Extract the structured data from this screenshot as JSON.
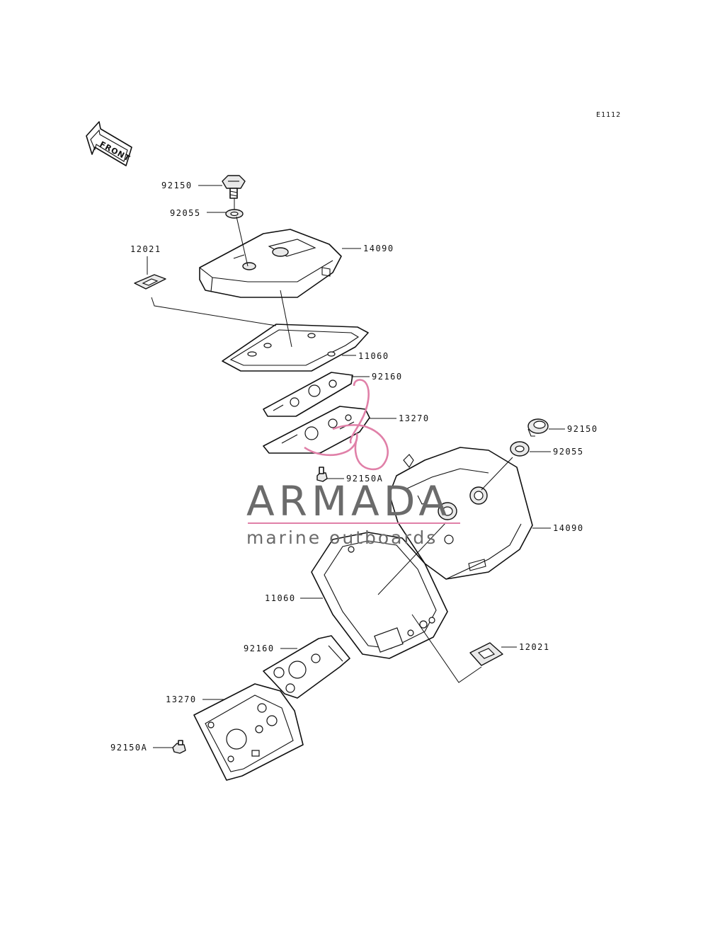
{
  "diagram": {
    "code": "E1112",
    "front_label": "FRONT",
    "watermark": {
      "brand": "ARMADA",
      "tagline": "marine outboards",
      "accent_color": "#e080a8",
      "text_color": "#6b6b6b"
    },
    "callouts": [
      {
        "id": "upper-bolt",
        "ref": "92150"
      },
      {
        "id": "upper-washer",
        "ref": "92055"
      },
      {
        "id": "upper-cover",
        "ref": "14090"
      },
      {
        "id": "upper-plug",
        "ref": "12021"
      },
      {
        "id": "upper-gasket",
        "ref": "11060"
      },
      {
        "id": "upper-gasket-plate",
        "ref": "92160"
      },
      {
        "id": "upper-plate",
        "ref": "13270"
      },
      {
        "id": "upper-screw",
        "ref": "92150A"
      },
      {
        "id": "lower-bolt",
        "ref": "92150"
      },
      {
        "id": "lower-washer",
        "ref": "92055"
      },
      {
        "id": "lower-cover",
        "ref": "14090"
      },
      {
        "id": "lower-gasket",
        "ref": "11060"
      },
      {
        "id": "lower-plug",
        "ref": "12021"
      },
      {
        "id": "lower-gasket-plate",
        "ref": "92160"
      },
      {
        "id": "lower-plate",
        "ref": "13270"
      },
      {
        "id": "lower-screw",
        "ref": "92150A"
      }
    ]
  }
}
